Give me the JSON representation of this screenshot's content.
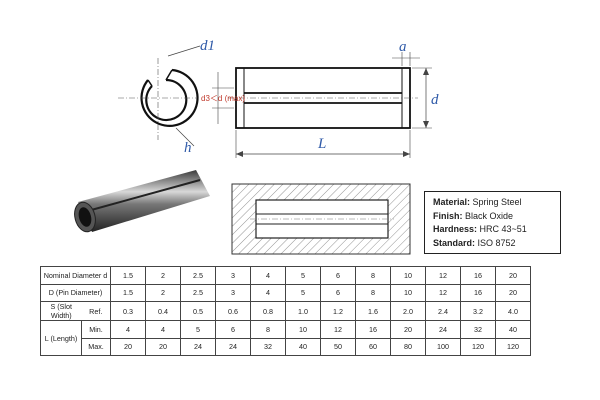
{
  "drawing": {
    "labels": {
      "d1": "d1",
      "a": "a",
      "d": "d",
      "d3": "d3＜d (max)",
      "h": "h",
      "L": "L"
    }
  },
  "spec_box": {
    "material_label": "Material:",
    "material_value": "Spring Steel",
    "finish_label": "Finish:",
    "finish_value": "Black Oxide",
    "hardness_label": "Hardness:",
    "hardness_value": "HRC 43~51",
    "standard_label": "Standard:",
    "standard_value": "ISO 8752"
  },
  "table": {
    "nominal_label": "Nominal Diameter d",
    "nominal": [
      "1.5",
      "2",
      "2.5",
      "3",
      "4",
      "5",
      "6",
      "8",
      "10",
      "12",
      "16",
      "20"
    ],
    "d_label": "D (Pin Diameter)",
    "d_values": [
      "1.5",
      "2",
      "2.5",
      "3",
      "4",
      "5",
      "6",
      "8",
      "10",
      "12",
      "16",
      "20"
    ],
    "s_label": "S (Slot Width)",
    "s_ref": "Ref.",
    "s_values": [
      "0.3",
      "0.4",
      "0.5",
      "0.6",
      "0.8",
      "1.0",
      "1.2",
      "1.6",
      "2.0",
      "2.4",
      "3.2",
      "4.0"
    ],
    "l_label": "L (Length)",
    "min_label": "Min.",
    "min_values": [
      "4",
      "4",
      "5",
      "6",
      "8",
      "10",
      "12",
      "16",
      "20",
      "24",
      "32",
      "40"
    ],
    "max_label": "Max.",
    "max_values": [
      "20",
      "20",
      "24",
      "24",
      "32",
      "40",
      "50",
      "60",
      "80",
      "100",
      "120",
      "120"
    ]
  },
  "colors": {
    "dimension_text": "#2f5aa8",
    "dimension_red": "#c0392b"
  }
}
